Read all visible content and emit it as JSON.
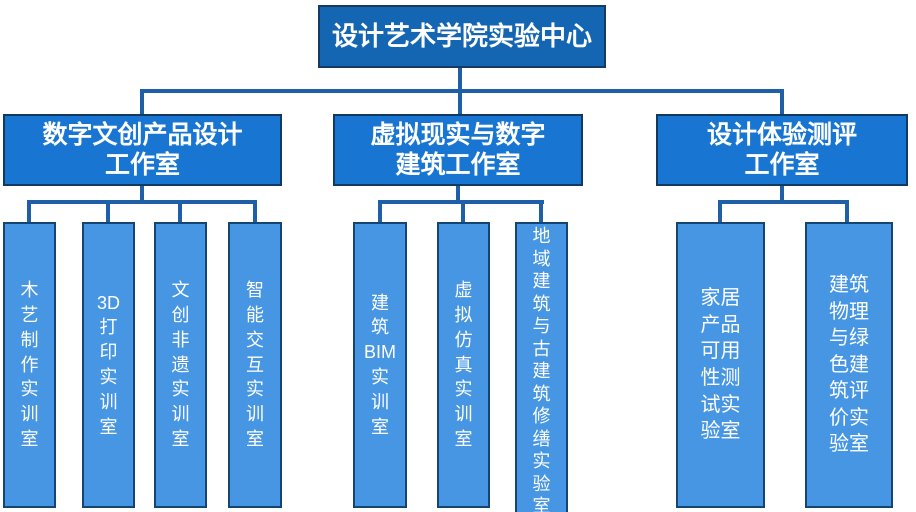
{
  "root": {
    "label": "设计艺术学院实验中心"
  },
  "groups": [
    {
      "label": "数字文创产品设计\n工作室",
      "children": [
        {
          "label": "木\n艺\n制\n作\n实\n训\n室"
        },
        {
          "label": "3D\n打\n印\n实\n训\n室"
        },
        {
          "label": "文\n创\n非\n遗\n实\n训\n室"
        },
        {
          "label": "智\n能\n交\n互\n实\n训\n室"
        }
      ]
    },
    {
      "label": "虚拟现实与数字\n建筑工作室",
      "children": [
        {
          "label": "建\n筑\nBIM\n实\n训\n室"
        },
        {
          "label": "虚\n拟\n仿\n真\n实\n训\n室"
        },
        {
          "label": "地\n域\n建\n筑\n与\n古\n建\n筑\n修\n缮\n实\n验\n室"
        }
      ]
    },
    {
      "label": "设计体验测评\n工作室",
      "children": [
        {
          "label": "家居\n产品\n可用\n性测\n试实\n验室"
        },
        {
          "label": "建筑\n物理\n与绿\n色建\n筑评\n价实\n验室"
        }
      ]
    }
  ],
  "colors": {
    "root_fill": "#1566b2",
    "studio_fill": "#1876d2",
    "lab_fill": "#4796e4",
    "connector": "#1f5fa8",
    "border": "#154673",
    "text": "#ffffff"
  }
}
